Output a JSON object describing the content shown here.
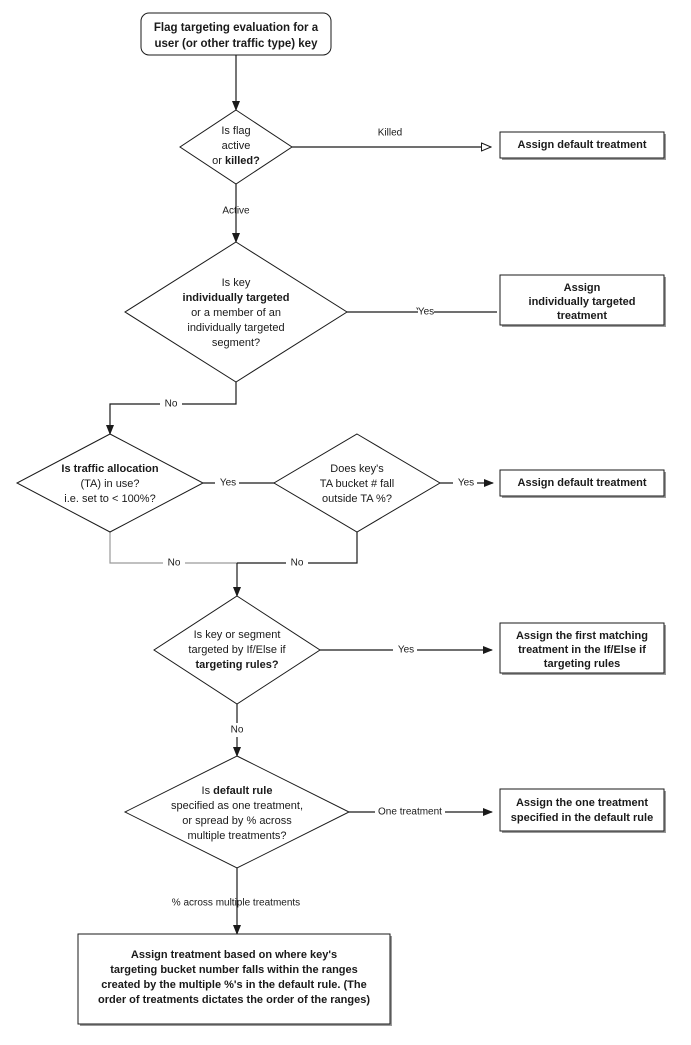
{
  "diagram": {
    "title": "Flag targeting evaluation flowchart",
    "type": "flowchart",
    "background_color": "#ffffff",
    "line_color": "#1a1a1a",
    "shadow_color": "#9a9a9a"
  },
  "nodes": {
    "start": {
      "shape": "terminator",
      "lines": [
        {
          "text": "Flag targeting evaluation for a",
          "bold": true
        },
        {
          "text": "user (or other traffic type) key",
          "bold": true
        }
      ]
    },
    "d1_flag_active": {
      "shape": "decision",
      "lines": [
        {
          "text": "Is flag",
          "bold": false
        },
        {
          "text": "active",
          "bold": false
        },
        {
          "text": "or killed?",
          "bold": false,
          "bold_part": "killed?"
        }
      ]
    },
    "b1_default_treatment": {
      "shape": "process",
      "lines": [
        {
          "text": "Assign default treatment",
          "bold": true
        }
      ]
    },
    "d2_individually_targeted": {
      "shape": "decision",
      "lines": [
        {
          "text": "Is key",
          "bold": false
        },
        {
          "text": "individually targeted",
          "bold": true
        },
        {
          "text": "or a member of an",
          "bold": false
        },
        {
          "text": "individually targeted",
          "bold": false
        },
        {
          "text": "segment?",
          "bold": false
        }
      ]
    },
    "b2_individually_targeted_treatment": {
      "shape": "process",
      "lines": [
        {
          "text": "Assign",
          "bold": true
        },
        {
          "text": "individually targeted",
          "bold": true
        },
        {
          "text": "treatment",
          "bold": true
        }
      ]
    },
    "d3_traffic_allocation": {
      "shape": "decision",
      "lines": [
        {
          "text": "Is traffic allocation",
          "bold": true
        },
        {
          "text": "(TA) in use?",
          "bold": false
        },
        {
          "text": "i.e. set to < 100%?",
          "bold": false
        }
      ]
    },
    "d4_ta_bucket": {
      "shape": "decision",
      "lines": [
        {
          "text": "Does key's",
          "bold": false
        },
        {
          "text": "TA bucket # fall",
          "bold": false
        },
        {
          "text": "outside TA %?",
          "bold": false
        }
      ]
    },
    "b3_default_treatment": {
      "shape": "process",
      "lines": [
        {
          "text": "Assign default treatment",
          "bold": true
        }
      ]
    },
    "d5_ifelse_rules": {
      "shape": "decision",
      "lines": [
        {
          "text": "Is key or segment",
          "bold": false
        },
        {
          "text": "targeted by If/Else if",
          "bold": false
        },
        {
          "text": "targeting rules?",
          "bold": true
        }
      ]
    },
    "b4_first_matching": {
      "shape": "process",
      "lines": [
        {
          "text": "Assign the first matching",
          "bold": true
        },
        {
          "text": "treatment in the If/Else if",
          "bold": true
        },
        {
          "text": "targeting rules",
          "bold": true
        }
      ]
    },
    "d6_default_rule": {
      "shape": "decision",
      "lines": [
        {
          "text": "Is default rule",
          "bold": false,
          "bold_part": "default rule"
        },
        {
          "text": "specified as one treatment,",
          "bold": false
        },
        {
          "text": "or spread by % across",
          "bold": false
        },
        {
          "text": "multiple treatments?",
          "bold": false
        }
      ]
    },
    "b5_one_treatment": {
      "shape": "process",
      "lines": [
        {
          "text": "Assign the one treatment",
          "bold": true
        },
        {
          "text": "specified in the default rule",
          "bold": true
        }
      ]
    },
    "b6_ranges": {
      "shape": "process",
      "lines": [
        {
          "text": "Assign treatment based on where key's",
          "bold": true
        },
        {
          "text": "targeting bucket number falls within the ranges",
          "bold": true
        },
        {
          "text": "created by the multiple %'s in the default rule. (The",
          "bold": true
        },
        {
          "text": "order of treatments dictates the order of the ranges)",
          "bold": true
        }
      ]
    }
  },
  "edges": {
    "e_killed": {
      "label": "Killed"
    },
    "e_active": {
      "label": "Active"
    },
    "e_yes_individual": {
      "label": "Yes"
    },
    "e_no_individual": {
      "label": "No"
    },
    "e_yes_ta": {
      "label": "Yes"
    },
    "e_yes_bucket": {
      "label": "Yes"
    },
    "e_no_ta": {
      "label": "No"
    },
    "e_no_bucket": {
      "label": "No"
    },
    "e_yes_ifelse": {
      "label": "Yes"
    },
    "e_no_ifelse": {
      "label": "No"
    },
    "e_one_treatment": {
      "label": "One treatment"
    },
    "e_percent_spread": {
      "label": "% across multiple treatments"
    }
  }
}
